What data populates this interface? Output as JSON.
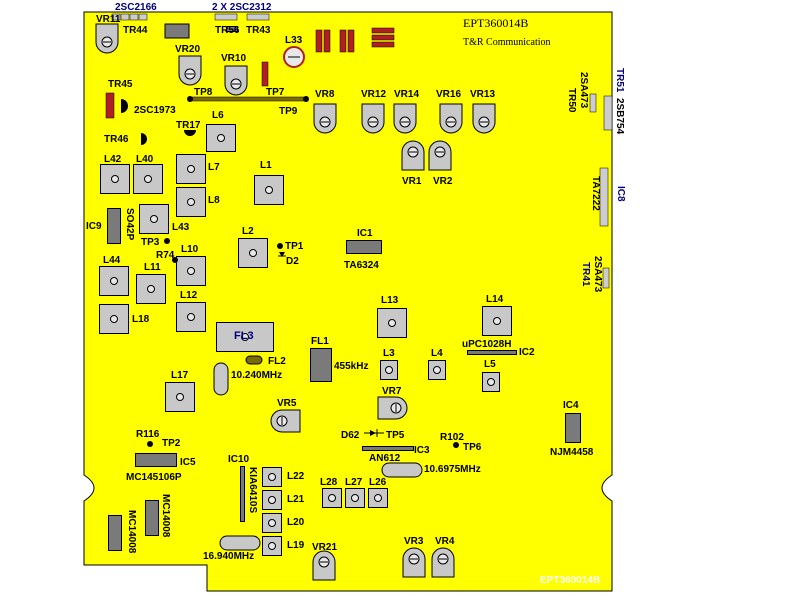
{
  "board": {
    "fill": "#ffff00",
    "title": "EPT360014B",
    "subtitle": "T&R Communication",
    "bottom_mark": "EPT360014B"
  },
  "labels": {
    "vr11": "VR11",
    "q2sc2166": "2SC2166",
    "tr44": "TR44",
    "q2x2sc2312": "2 X 2SC2312",
    "tr56": "TR56",
    "tr43": "TR43",
    "l33": "L33",
    "vr20": "VR20",
    "vr10": "VR10",
    "tr45": "TR45",
    "q2sc1973": "2SC1973",
    "tp8": "TP8",
    "tp7": "TP7",
    "tp9": "TP9",
    "vr8": "VR8",
    "vr12": "VR12",
    "vr14": "VR14",
    "vr16": "VR16",
    "vr13": "VR13",
    "tr46": "TR46",
    "tr17": "TR17",
    "l6": "L6",
    "l42": "L42",
    "l40": "L40",
    "l7": "L7",
    "l1": "L1",
    "l8": "L8",
    "vr1": "VR1",
    "vr2": "VR2",
    "ic9": "IC9",
    "so42p": "SO42P",
    "l43": "L43",
    "tp3": "TP3",
    "l2": "L2",
    "tp1": "TP1",
    "d2": "D2",
    "ic1": "IC1",
    "ta6324": "TA6324",
    "r74": "R74",
    "l10": "L10",
    "l44": "L44",
    "l11": "L11",
    "l12": "L12",
    "l18": "L18",
    "l13": "L13",
    "l14": "L14",
    "upc1028h": "uPC1028H",
    "ic2": "IC2",
    "fl3": "FL3",
    "fl1": "FL1",
    "khz455": "455kHz",
    "fl2": "FL2",
    "mhz10240": "10.240MHz",
    "l3": "L3",
    "l4": "L4",
    "l5": "L5",
    "l17": "L17",
    "vr7": "VR7",
    "vr5": "VR5",
    "r116": "R116",
    "tp2": "TP2",
    "ic5": "IC5",
    "mc145106p": "MC145106P",
    "d62": "D62",
    "tp5": "TP5",
    "r102": "R102",
    "tp6": "TP6",
    "an612": "AN612",
    "ic3": "IC3",
    "ic4": "IC4",
    "njm4458": "NJM4458",
    "ic10": "IC10",
    "kia6410s": "KIA6410S",
    "l22": "L22",
    "l21": "L21",
    "l20": "L20",
    "l19": "L19",
    "l28": "L28",
    "l27": "L27",
    "l26": "L26",
    "mhz10697": "10.6975MHz",
    "mc14008a": "MC14008",
    "mc14008b": "MC14008",
    "mhz16940": "16.940MHz",
    "vr21": "VR21",
    "vr3": "VR3",
    "vr4": "VR4",
    "tr51": "TR51",
    "q2sb754": "2SB754",
    "q2sa473a": "2SA473",
    "tr50": "TR50",
    "ic8": "IC8",
    "ta7222": "TA7222",
    "q2sa473b": "2SA473",
    "tr41": "TR41"
  }
}
